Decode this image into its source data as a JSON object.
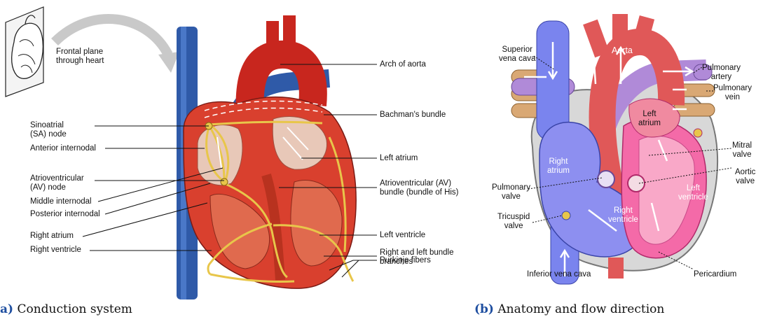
{
  "panel_a": {
    "caption_tag": "a)",
    "caption_text": "Conduction system",
    "labels": {
      "frontal_plane": "Frontal plane\nthrough heart",
      "arch_aorta": "Arch of aorta",
      "bachman": "Bachman's bundle",
      "sinoatrial": "Sinoatrial\n(SA) node",
      "anterior_internodal": "Anterior internodal",
      "left_atrium": "Left atrium",
      "atrioventricular_node": "Atrioventricular\n(AV) node",
      "av_bundle": "Atrioventricular (AV)\nbundle (bundle of His)",
      "middle_internodal": "Middle internodal",
      "posterior_internodal": "Posterior internodal",
      "right_atrium": "Right atrium",
      "left_ventricle": "Left ventricle",
      "right_ventricle": "Right ventricle",
      "bundle_branches": "Right and left bundle\nbranches",
      "purkinje": "Purkinje fibers"
    }
  },
  "panel_b": {
    "caption_tag": "(b)",
    "caption_text": "Anatomy and flow direction",
    "labels": {
      "superior_vena_cava": "Superior\nvena  cava",
      "aorta": "Aorta",
      "pulmonary_artery": "Pulmonary\nartery",
      "pulmonary_vein": "Pulmonary\nvein",
      "left_atrium": "Left\natrium",
      "right_atrium": "Right\natrium",
      "mitral_valve": "Mitral\nvalve",
      "aortic_valve": "Aortic\nvalve",
      "pulmonary_valve": "Pulmonary\nvalve",
      "left_ventricle": "Left\nventricle",
      "right_ventricle": "Right\nventricle",
      "tricuspid_valve": "Tricuspid\nvalve",
      "inferior_vena_cava": "Inferior vena cava",
      "pericardium": "Pericardium"
    }
  }
}
